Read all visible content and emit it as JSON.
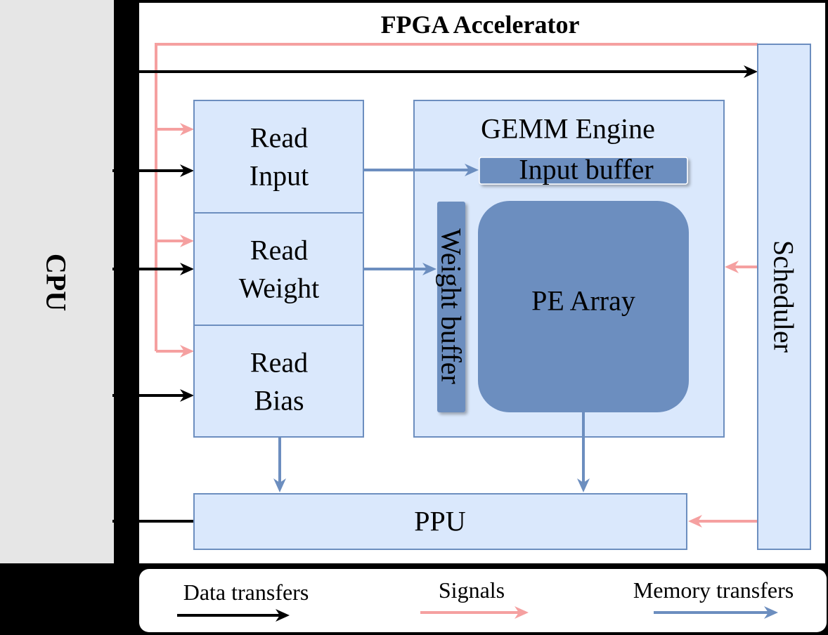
{
  "title": "FPGA Accelerator",
  "cpu": {
    "label": "CPU"
  },
  "scheduler": {
    "label": "Scheduler"
  },
  "read_blocks": [
    {
      "lines": [
        "Read",
        "Input"
      ]
    },
    {
      "lines": [
        "Read",
        "Weight"
      ]
    },
    {
      "lines": [
        "Read",
        "Bias"
      ]
    }
  ],
  "gemm_engine": {
    "label": "GEMM Engine",
    "input_buffer": "Input buffer",
    "weight_buffer": "Weight buffer",
    "pe_array": "PE Array"
  },
  "ppu": {
    "label": "PPU"
  },
  "legend": {
    "data_transfers": "Data transfers",
    "signals": "Signals",
    "memory_transfers": "Memory transfers"
  },
  "colors": {
    "background": "#000000",
    "cpu_fill": "#e6e6e6",
    "block_fill": "#dae8fc",
    "block_stroke": "#6c8ebf",
    "buffer_fill": "#6c8ebf",
    "data_transfer": "#000000",
    "signal": "#f5a0a0",
    "memory_transfer": "#6c8ebf"
  }
}
